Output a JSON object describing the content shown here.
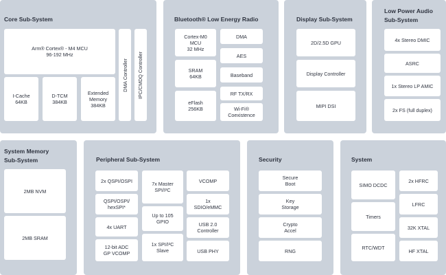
{
  "core": {
    "title": "Core Sub-System",
    "mcu": "Arm® Cortex® - M4 MCU\n96-192 MHz",
    "icache": "I-Cache\n64KB",
    "dtcm": "D-TCM\n384KB",
    "extmem": "Extended\nMemory\n384KB",
    "dma_ctrl": "DMA Controller",
    "ipc_ctrl": "IPC/CMDQ Controller"
  },
  "ble": {
    "title": "Bluetooth® Low Energy Radio",
    "cpu": "Cortex-M0\nMCU\n32 MHz",
    "sram": "SRAM\n64KB",
    "eflash": "eFlash\n256KB",
    "dma": "DMA",
    "aes": "AES",
    "baseband": "Baseband",
    "rf": "RF TX/RX",
    "wifi": "Wi-Fi®\nCoexistence"
  },
  "display": {
    "title": "Display Sub-System",
    "gpu": "2D/2.5D GPU",
    "controller": "Display Controller",
    "mipi": "MIPI DSI"
  },
  "audio": {
    "title": "Low Power Audio\nSub-System",
    "dmic": "4x Stereo DMIC",
    "asrc": "ASRC",
    "amic": "1x Stereo LP AMIC",
    "fs": "2x FS (full duplex)"
  },
  "memory": {
    "title": "System Memory\nSub-System",
    "nvm": "2MB NVM",
    "sram": "2MB SRAM"
  },
  "peripheral": {
    "title": "Peripheral Sub-System",
    "qspi": "2x QSPI/OSPI",
    "hexspi": "QSPI/OSPI/\nhexSPI*",
    "uart": "4x UART",
    "adc": "12-bit ADC\nGP VCOMP",
    "spi_master": "7x Master\nSPI/I²C",
    "gpio": "Up to 105\nGPIO",
    "spi_slave": "1x SPI/I²C\nSlave",
    "vcomp": "VCOMP",
    "sdio": "1x\nSDIO/eMMC",
    "usb_ctrl": "USB 2.0\nController",
    "usb_phy": "USB PHY"
  },
  "security": {
    "title": "Security",
    "boot": "Secure\nBoot",
    "storage": "Key\nStorage",
    "crypto": "Crypto\nAccel",
    "rng": "RNG"
  },
  "system": {
    "title": "System",
    "simo": "SIMO DCDC",
    "timers": "Timers",
    "rtc": "RTC/WDT",
    "hfrc": "2x HFRC",
    "lfrc": "LFRC",
    "xtal32k": "32K XTAL",
    "hfxtal": "HF XTAL"
  },
  "colors": {
    "panel": "#cbd2db",
    "box": "#ffffff",
    "text": "#2f3440"
  }
}
